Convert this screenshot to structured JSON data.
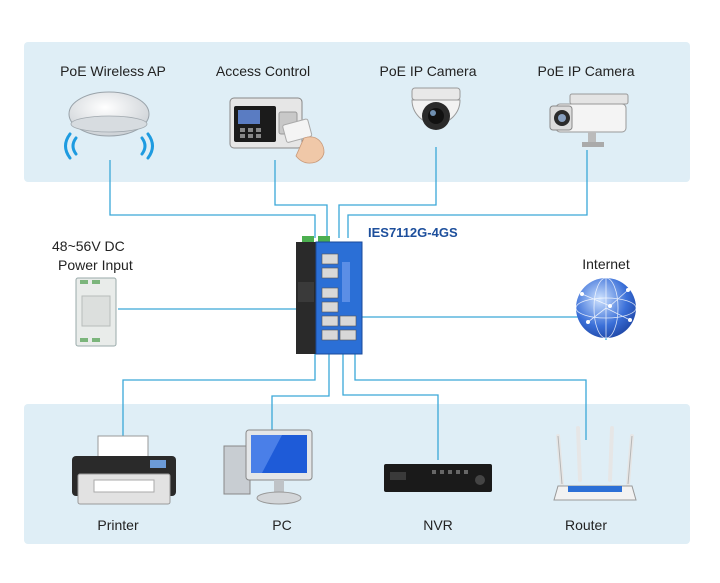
{
  "top_devices": {
    "wireless_ap": "PoE Wireless AP",
    "access_control": "Access Control",
    "camera_dome": "PoE IP Camera",
    "camera_bullet": "PoE IP Camera"
  },
  "switch": {
    "model": "IES7112G-4GS"
  },
  "power": {
    "line1": "48~56V DC",
    "line2": "Power Input"
  },
  "internet": {
    "label": "Internet"
  },
  "bottom_devices": {
    "printer": "Printer",
    "pc": "PC",
    "nvr": "NVR",
    "router": "Router"
  },
  "colors": {
    "wire": "#3aa8d8",
    "panel": "#dfeef6",
    "switch_blue": "#2b6fd6"
  }
}
